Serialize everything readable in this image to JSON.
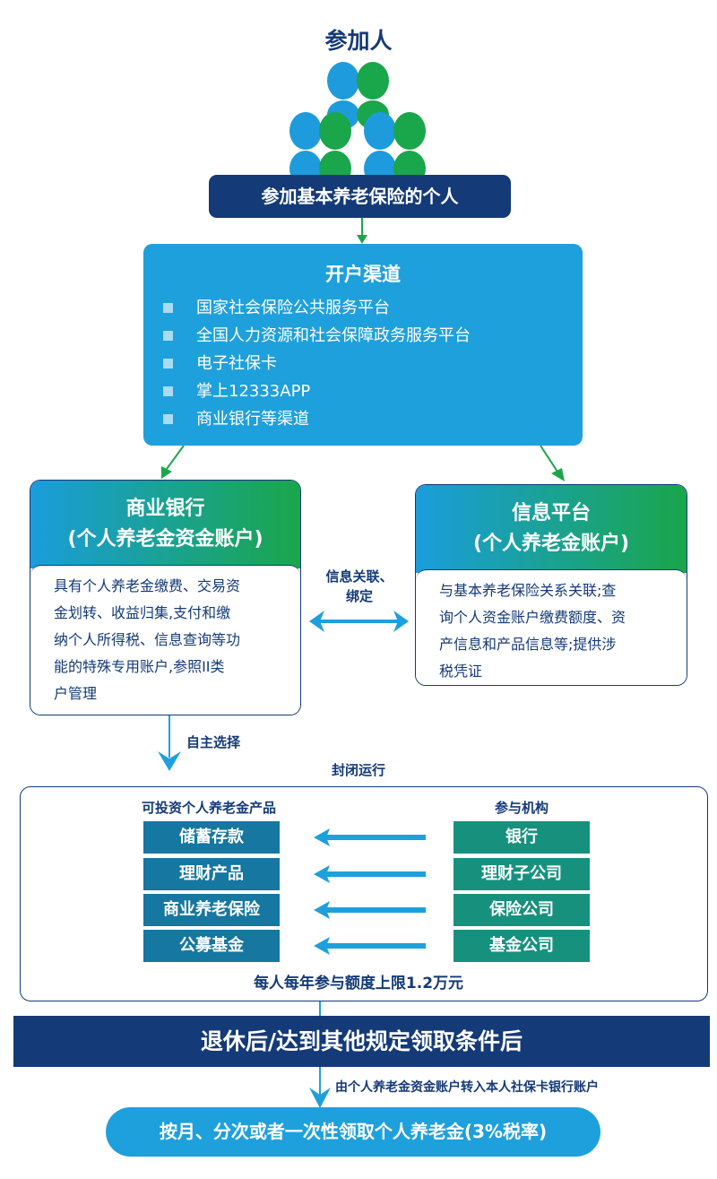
{
  "header": {
    "title": "参加人",
    "participant_box": "参加基本养老保险的个人"
  },
  "account_channels": {
    "title": "开户渠道",
    "items": [
      "国家社会保险公共服务平台",
      "全国人力资源和社会保障政务服务平台",
      "电子社保卡",
      "掌上12333APP",
      "商业银行等渠道"
    ]
  },
  "bank_card": {
    "title": "商业银行",
    "subtitle": "(个人养老金资金账户)",
    "lines": [
      "具有个人养老金缴费、交易资",
      "金划转、收益归集,支付和缴",
      "纳个人所得税、信息查询等功",
      "能的特殊专用账户,参照II类",
      "户管理"
    ]
  },
  "info_card": {
    "title": "信息平台",
    "subtitle": "(个人养老金账户)",
    "lines": [
      "与基本养老保险关系关联;查",
      "询个人资金账户缴费额度、资",
      "产信息和产品信息等;提供涉",
      "税凭证"
    ]
  },
  "link_label": [
    "信息关联、",
    "绑定"
  ],
  "self_choice": "自主选择",
  "closed_operation": "封闭运行",
  "products": {
    "header": "可投资个人养老金产品",
    "items": [
      "储蓄存款",
      "理财产品",
      "商业养老保险",
      "公募基金"
    ]
  },
  "institutions": {
    "header": "参与机构",
    "items": [
      "银行",
      "理财子公司",
      "保险公司",
      "基金公司"
    ]
  },
  "annual_limit": "每人每年参与额度上限1.2万元",
  "retirement_band": "退休后/达到其他规定领取条件后",
  "transfer_note": "由个人养老金资金账户转入本人社保卡银行账户",
  "withdrawal": "按月、分次或者一次性领取个人养老金(3%税率)",
  "colors": {
    "navy": "#143a78",
    "blue": "#1ea0dc",
    "green": "#1aa64a",
    "product": "#1677a0",
    "institution": "#16917e"
  }
}
